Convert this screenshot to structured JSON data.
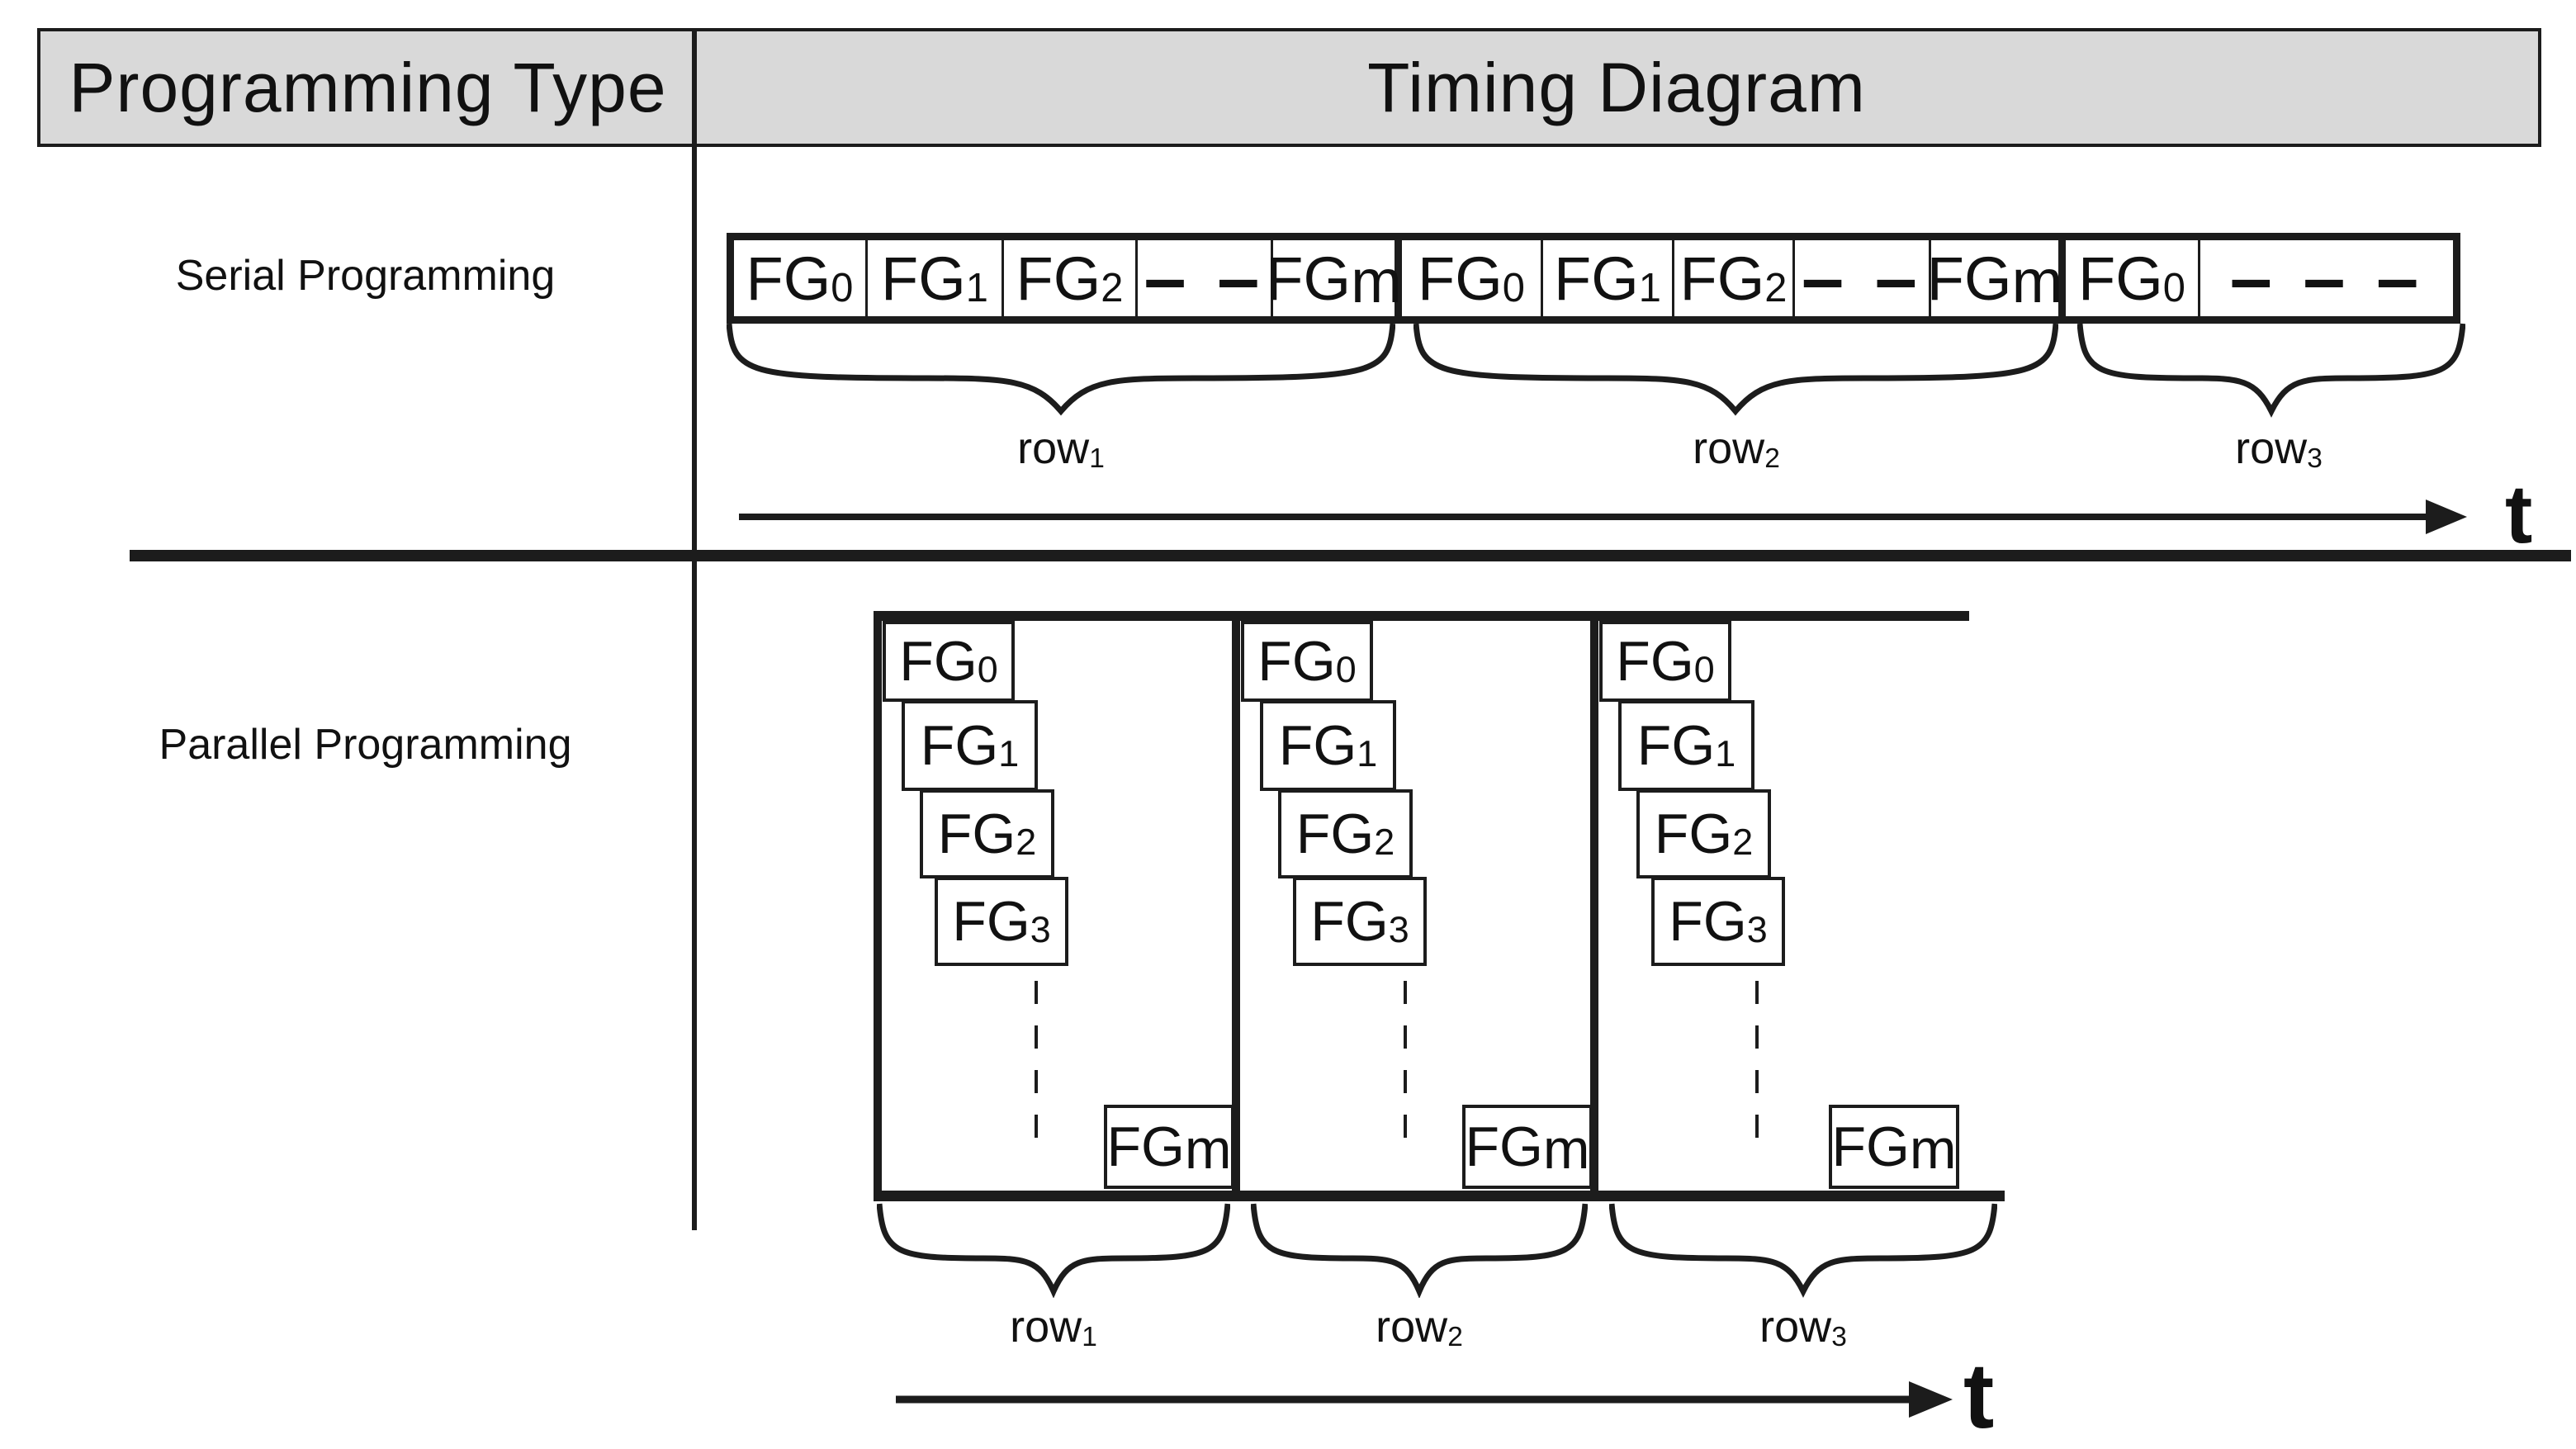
{
  "colors": {
    "line": "#1c1c1c",
    "header_bg": "#d9d9d9",
    "text": "#111111"
  },
  "header": {
    "programming_type": "Programming Type",
    "timing_diagram": "Timing Diagram"
  },
  "row_labels": {
    "serial": "Serial Programming",
    "parallel": "Parallel Programming"
  },
  "serial": {
    "cells": [
      {
        "base": "FG",
        "sub": "0"
      },
      {
        "base": "FG",
        "sub": "1"
      },
      {
        "base": "FG",
        "sub": "2"
      },
      {
        "dash": "– –"
      },
      {
        "base": "FG",
        "sub": "m"
      },
      {
        "base": "FG",
        "sub": "0"
      },
      {
        "base": "FG",
        "sub": "1"
      },
      {
        "base": "FG",
        "sub": "2"
      },
      {
        "dash": "– –"
      },
      {
        "base": "FG",
        "sub": "m"
      },
      {
        "base": "FG",
        "sub": "0"
      },
      {
        "dash": "– – –"
      }
    ],
    "row_labels": [
      {
        "base": "row",
        "sub": "1"
      },
      {
        "base": "row",
        "sub": "2"
      },
      {
        "base": "row",
        "sub": "3"
      }
    ],
    "axis_label": "t"
  },
  "parallel": {
    "columns": [
      {
        "boxes": [
          {
            "base": "FG",
            "sub": "0"
          },
          {
            "base": "FG",
            "sub": "1"
          },
          {
            "base": "FG",
            "sub": "2"
          },
          {
            "base": "FG",
            "sub": "3"
          }
        ],
        "fgm": {
          "base": "FG",
          "sub": "m"
        },
        "row_label": {
          "base": "row",
          "sub": "1"
        }
      },
      {
        "boxes": [
          {
            "base": "FG",
            "sub": "0"
          },
          {
            "base": "FG",
            "sub": "1"
          },
          {
            "base": "FG",
            "sub": "2"
          },
          {
            "base": "FG",
            "sub": "3"
          }
        ],
        "fgm": {
          "base": "FG",
          "sub": "m"
        },
        "row_label": {
          "base": "row",
          "sub": "2"
        }
      },
      {
        "boxes": [
          {
            "base": "FG",
            "sub": "0"
          },
          {
            "base": "FG",
            "sub": "1"
          },
          {
            "base": "FG",
            "sub": "2"
          },
          {
            "base": "FG",
            "sub": "3"
          }
        ],
        "fgm": {
          "base": "FG",
          "sub": "m"
        },
        "row_label": {
          "base": "row",
          "sub": "3"
        }
      }
    ],
    "axis_label": "t"
  }
}
